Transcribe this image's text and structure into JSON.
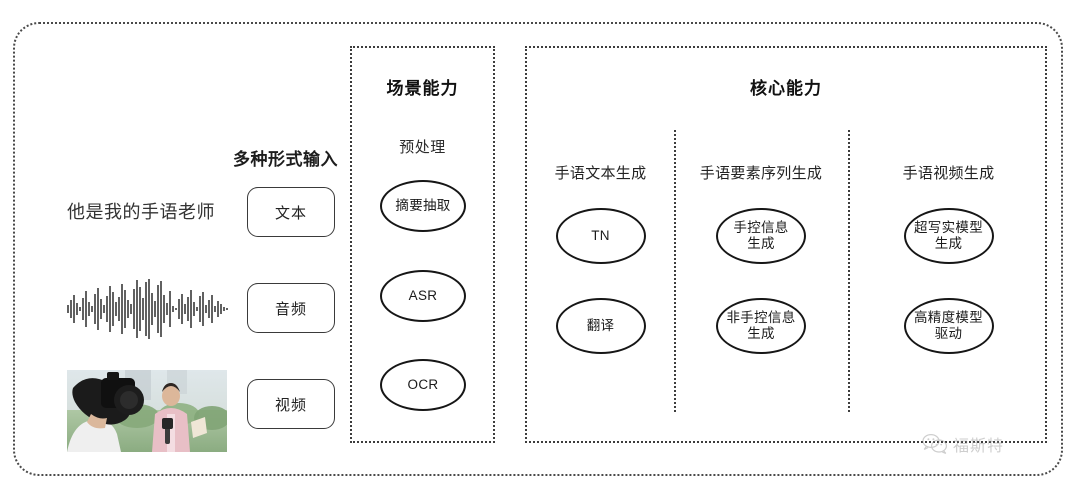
{
  "diagram": {
    "left_section": {
      "heading": "多种形式输入",
      "sample_text": "他是我的手语老师",
      "waveform_label": "audio-waveform",
      "video_label": "video-thumbnail",
      "buttons": [
        {
          "label": "文本",
          "name": "text"
        },
        {
          "label": "音频",
          "name": "audio"
        },
        {
          "label": "视频",
          "name": "video"
        }
      ]
    },
    "scene_panel": {
      "title": "场景能力",
      "subtitle": "预处理",
      "nodes": [
        {
          "label": "摘要抽取"
        },
        {
          "label": "ASR"
        },
        {
          "label": "OCR"
        }
      ]
    },
    "core_panel": {
      "title": "核心能力",
      "columns": [
        {
          "header": "手语文本生成",
          "nodes": [
            {
              "label": "TN"
            },
            {
              "label": "翻译"
            }
          ]
        },
        {
          "header": "手语要素序列生成",
          "nodes": [
            {
              "label": "手控信息\n生成"
            },
            {
              "label": "非手控信息\n生成"
            }
          ]
        },
        {
          "header": "手语视频生成",
          "nodes": [
            {
              "label": "超写实模型\n生成"
            },
            {
              "label": "高精度模型\n驱动"
            }
          ]
        }
      ]
    },
    "watermark": {
      "text": "福斯特",
      "icon": "wechat-icon"
    },
    "colors": {
      "stroke": "#161616",
      "dotted_border": "#3d3d3d",
      "background": "#ffffff",
      "watermark_text": "#8d8d8d"
    }
  }
}
